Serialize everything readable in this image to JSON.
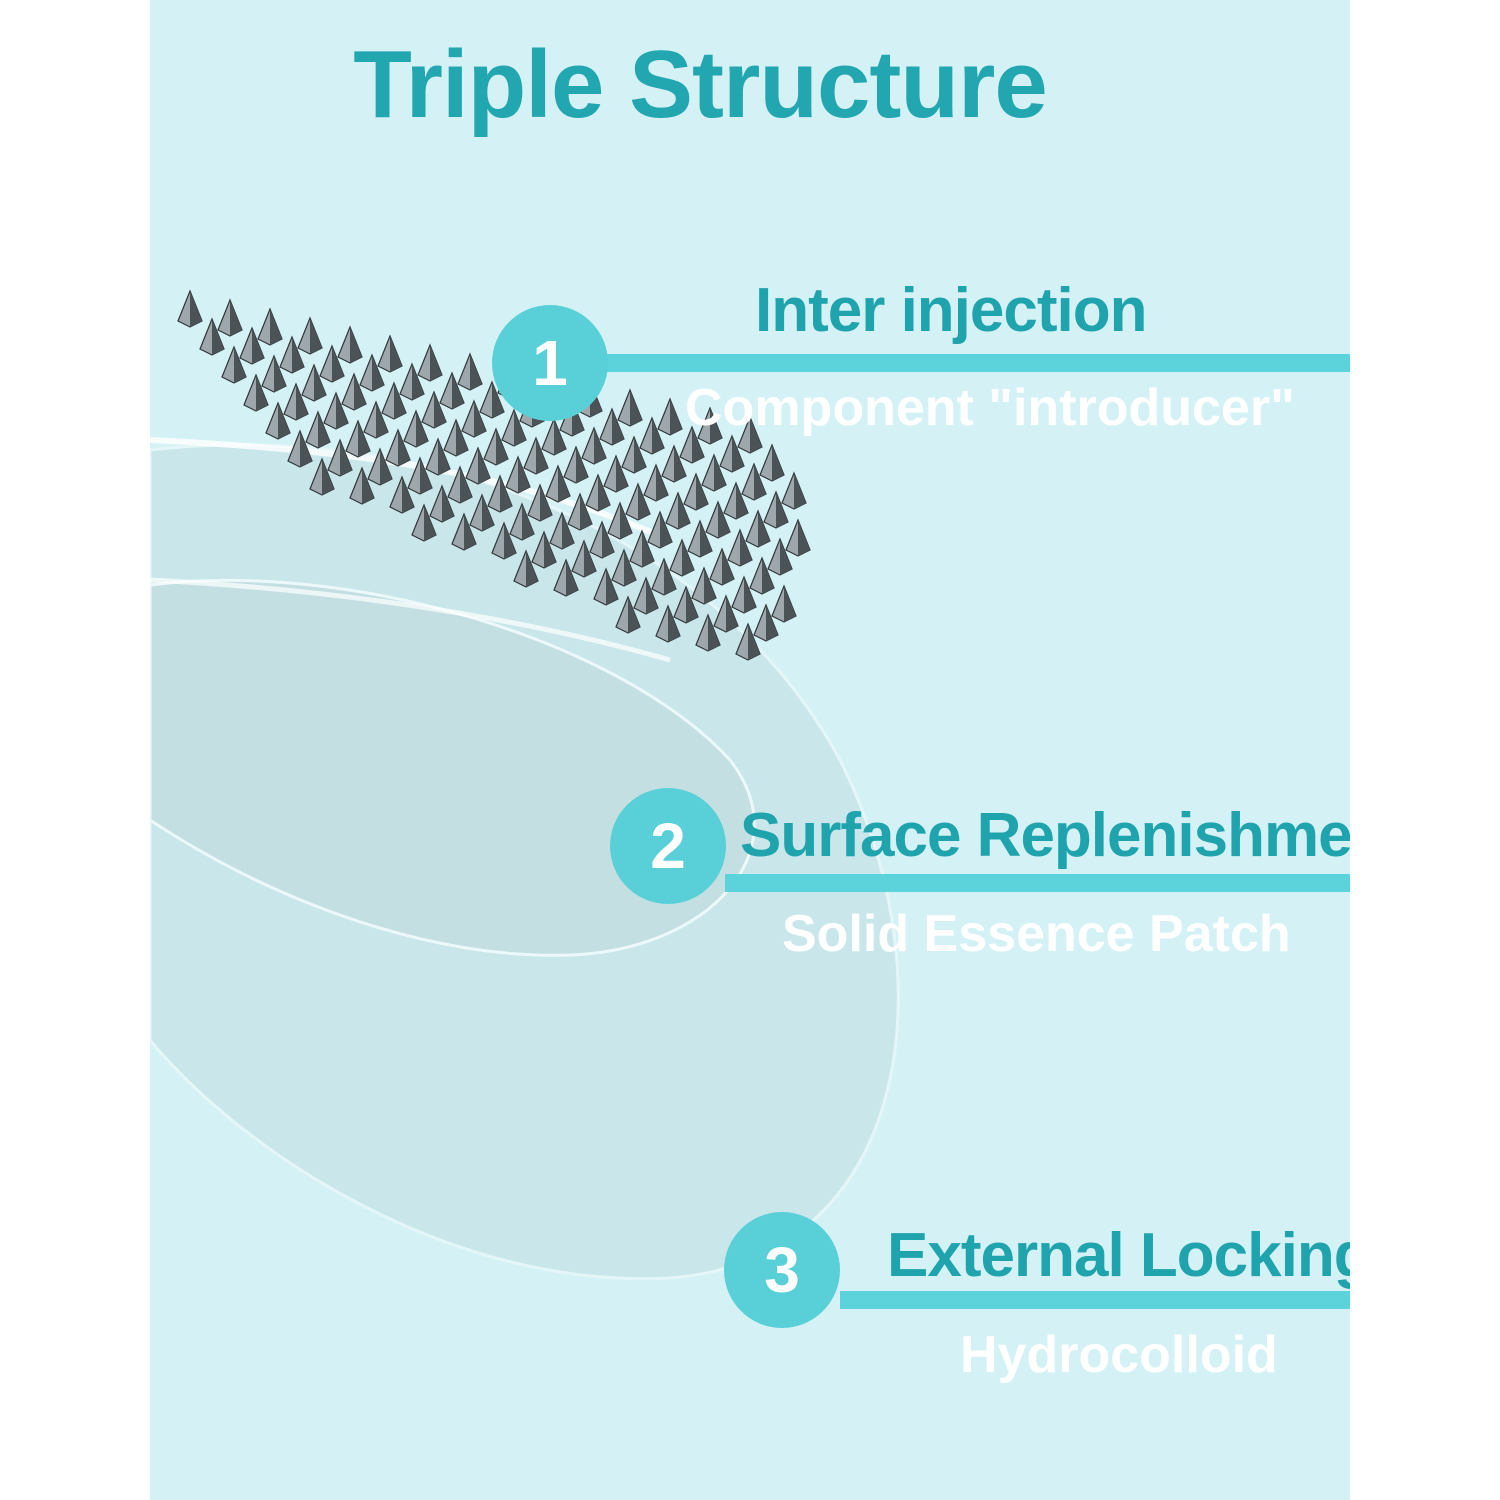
{
  "title": "Triple Structure",
  "colors": {
    "background": "#d4f1f5",
    "accent": "#22a6b0",
    "badge": "#59d0d8",
    "subtitle": "#ffffff"
  },
  "layers": [
    {
      "number": "1",
      "heading": "Inter injection",
      "subheading": "Component \"introducer\""
    },
    {
      "number": "2",
      "heading": "Surface Replenishment",
      "subheading": "Solid Essence Patch"
    },
    {
      "number": "3",
      "heading": "External Locking",
      "subheading": "Hydrocolloid"
    }
  ]
}
